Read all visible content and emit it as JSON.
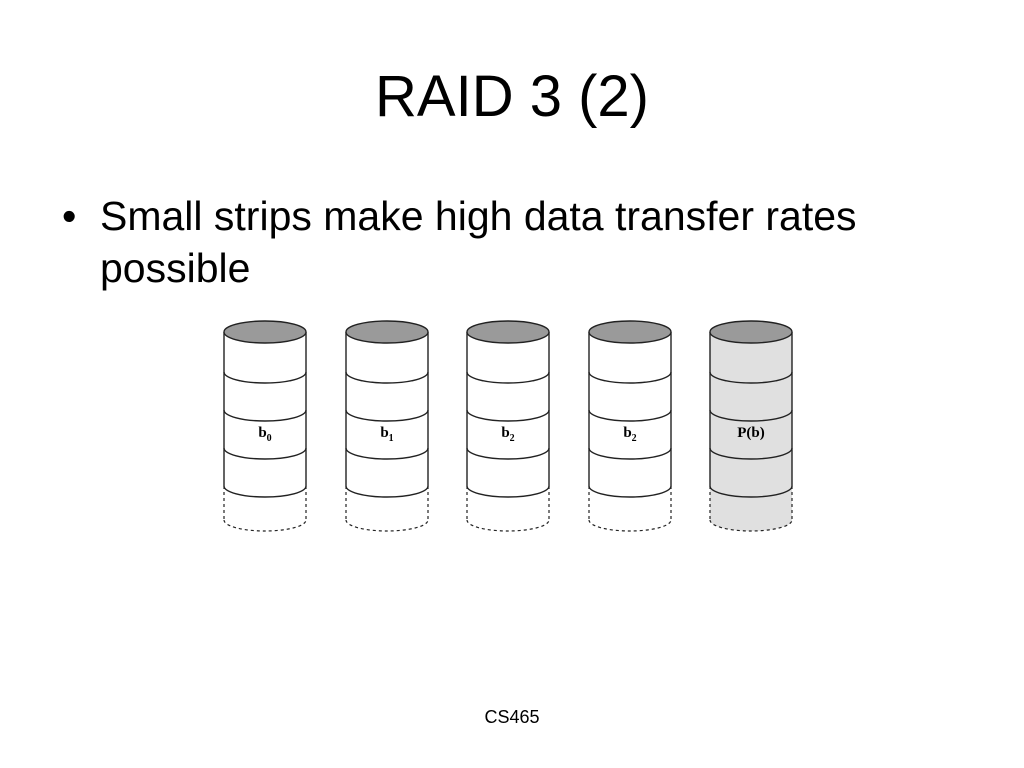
{
  "slide": {
    "title": "RAID 3 (2)",
    "bullet_marker": "•",
    "bullet_text": "Small strips make high data transfer rates possible",
    "footer": "CS465"
  },
  "diagram": {
    "disks": [
      {
        "label": "b",
        "sub": "0",
        "parity": false
      },
      {
        "label": "b",
        "sub": "1",
        "parity": false
      },
      {
        "label": "b",
        "sub": "2",
        "parity": false
      },
      {
        "label": "b",
        "sub": "2",
        "parity": false
      },
      {
        "label": "P(b)",
        "sub": "",
        "parity": true
      }
    ],
    "colors": {
      "disk_top": "#9a9a9a",
      "disk_body": "#ffffff",
      "parity_body": "#e0e0e0",
      "outline": "#222222"
    }
  }
}
